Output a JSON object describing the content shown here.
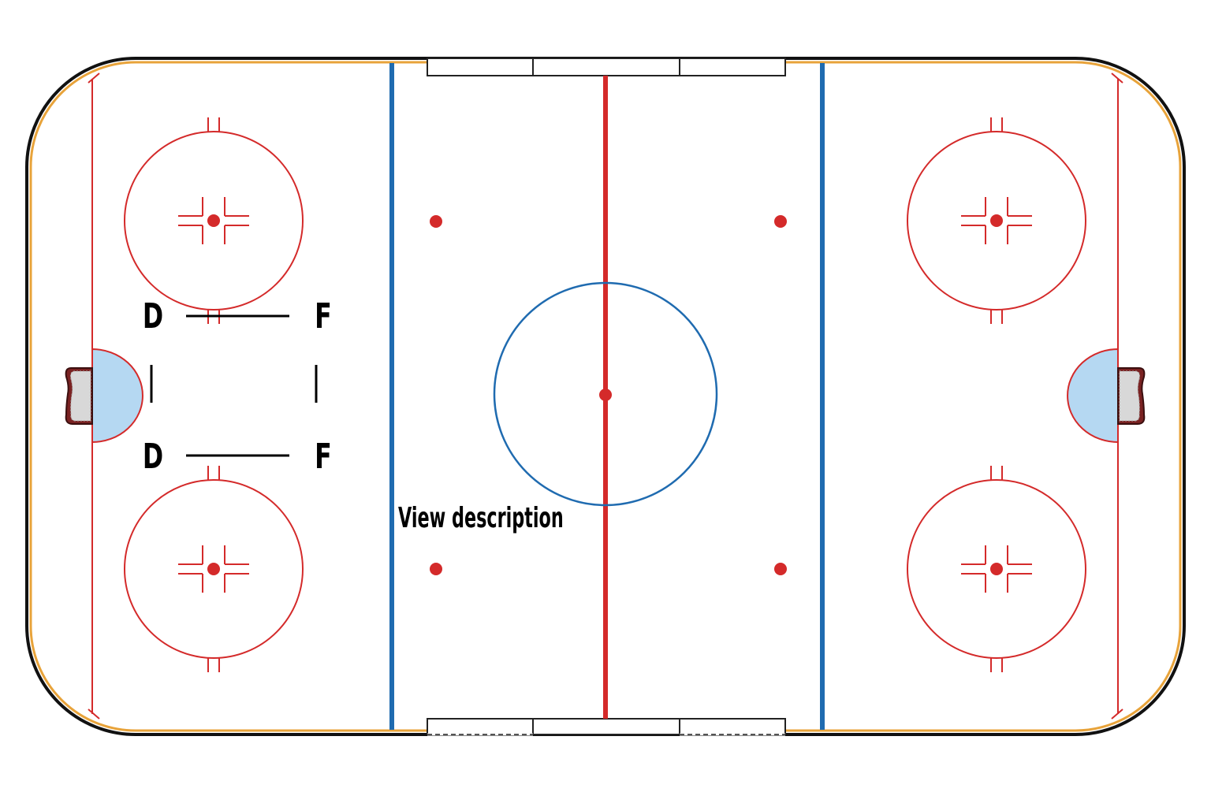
{
  "diagram": {
    "labels": {
      "top_left": "D",
      "top_right": "F",
      "bottom_left": "D",
      "bottom_right": "F"
    },
    "description_link": "View description"
  },
  "colors": {
    "red_line": "#d42a2a",
    "blue_line": "#1f6bb0",
    "crease_fill": "#b5d8f2",
    "boards_outer": "#111111",
    "boards_inner": "#e8a33a",
    "ice": "#ffffff",
    "label_text": "#000000"
  }
}
